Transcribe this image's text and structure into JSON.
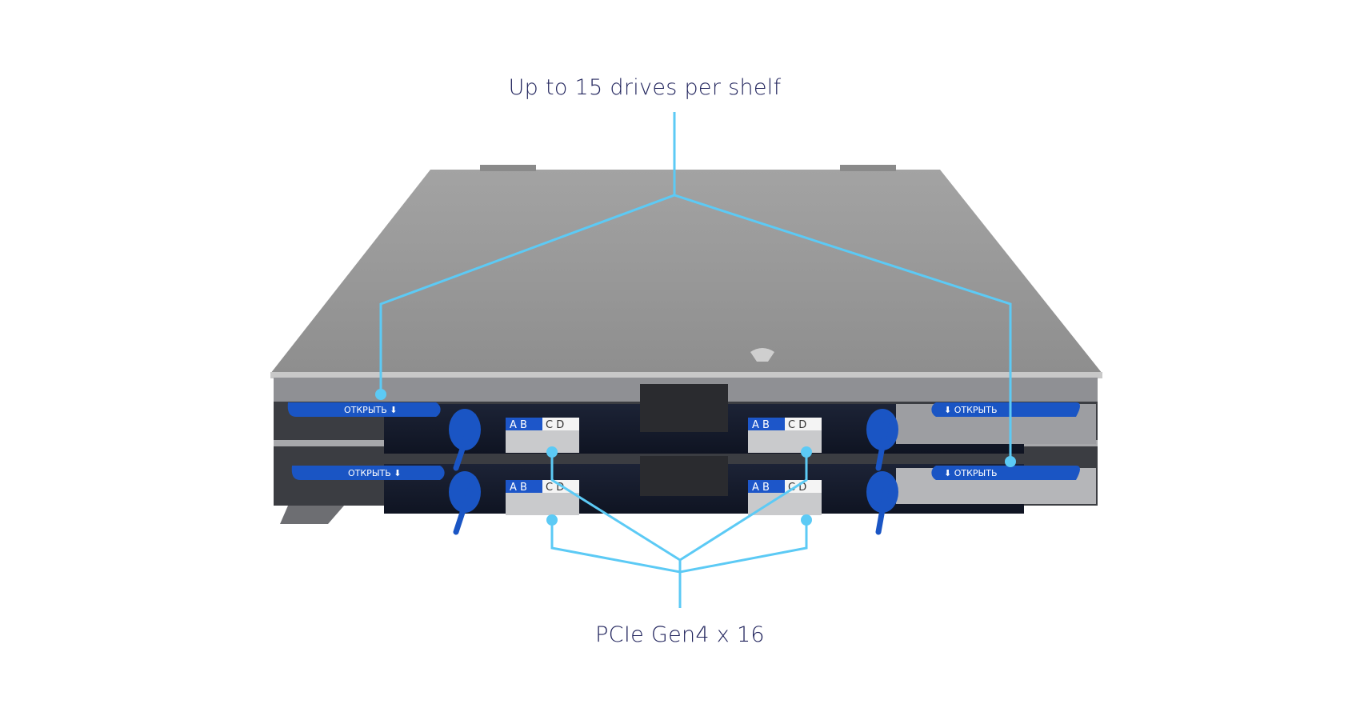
{
  "callouts": {
    "drives": "Up to 15 drives per shelf",
    "pcie": "PCIe Gen4 x 16"
  },
  "illustration": {
    "latch_label": "ОТКРЫТЬ",
    "slot_labels": [
      "A",
      "B",
      "C",
      "D"
    ]
  },
  "colors": {
    "callout_line": "#5ccaf5",
    "text": "#23265e",
    "latch_blue": "#1a55c4",
    "chassis": "#9a9a9a"
  }
}
